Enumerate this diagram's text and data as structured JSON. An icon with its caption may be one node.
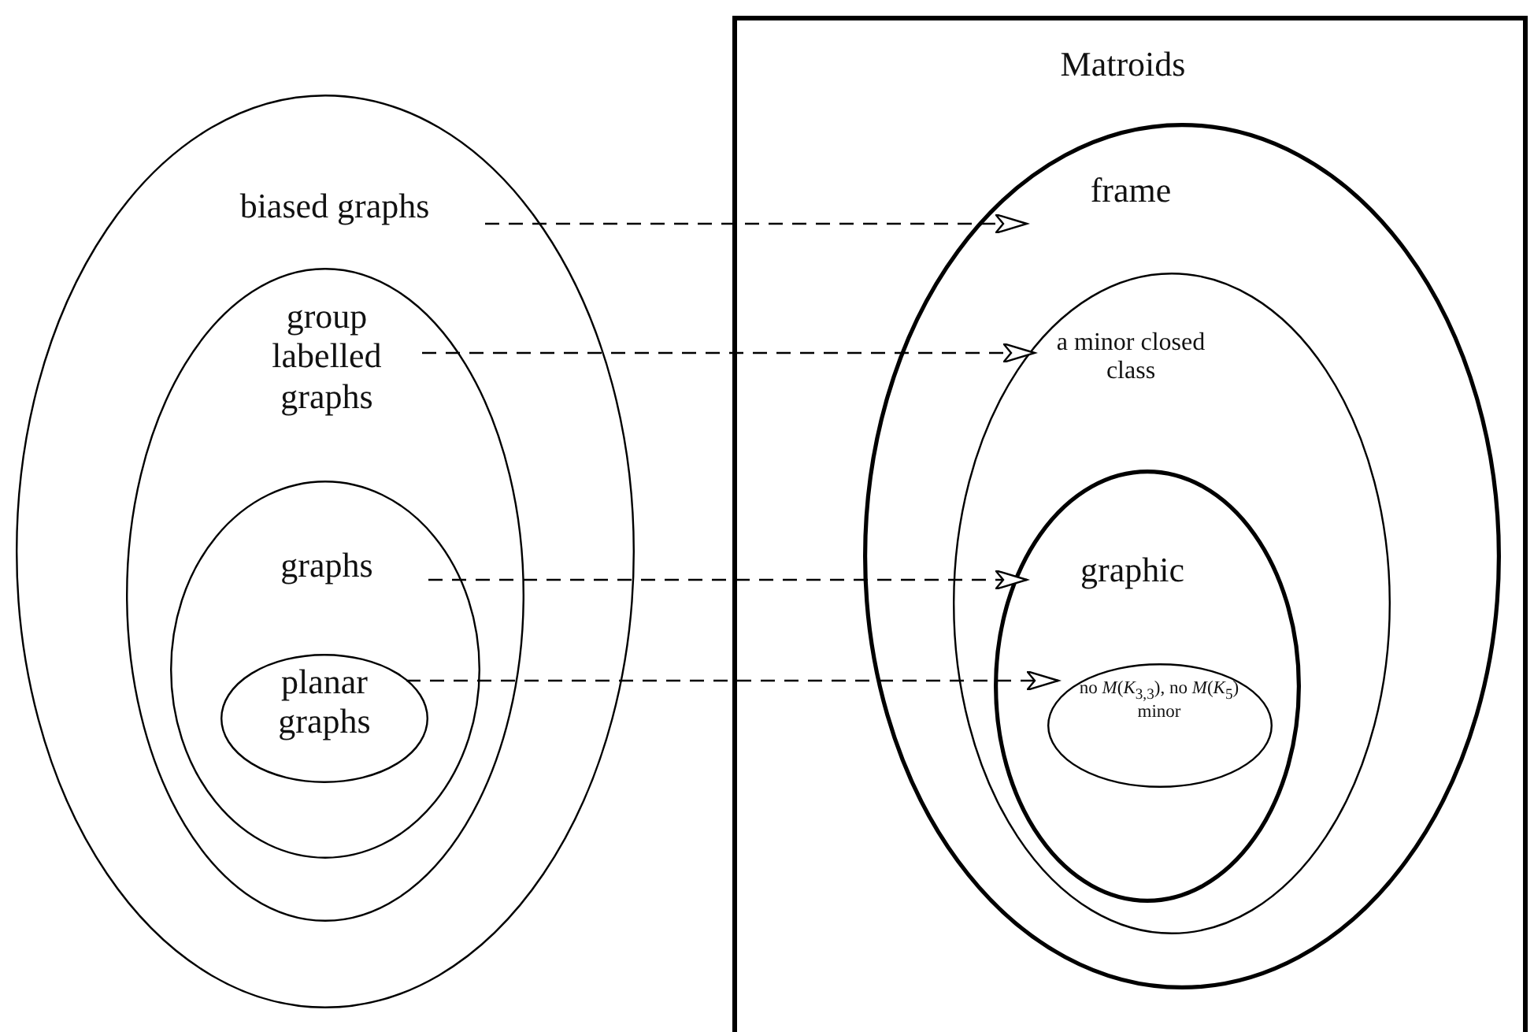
{
  "diagram": {
    "nodes": [
      {
        "text": [
          "biased graphs"
        ]
      },
      {
        "text": [
          "group labelled graphs"
        ],
        "in": 0
      },
      {
        "text": [
          "graphs"
        ],
        "in": 1
      },
      {
        "text": [
          "planar graphs"
        ],
        "in": 2
      },
      {
        "text": [
          "Matroids"
        ]
      },
      {
        "text": [
          "frame"
        ],
        "in": 4
      },
      {
        "text": [
          "a minor closed class"
        ],
        "in": 5
      },
      {
        "text": [
          "graphic"
        ],
        "in": 6
      },
      {
        "text": [
          "no *M*(*K*$_{3,3}$), no *M*(*K*$_{5}$) minor"
        ],
        "in": 7
      }
    ],
    "edges": [
      {
        "from": 0,
        "to": 5,
        "arrow": "to",
        "style": "dashed"
      },
      {
        "from": 1,
        "to": 6,
        "arrow": "to",
        "style": "dashed"
      },
      {
        "from": 2,
        "to": 7,
        "arrow": "to",
        "style": "dashed"
      },
      {
        "from": 3,
        "to": 8,
        "arrow": "to",
        "style": "dashed"
      }
    ]
  }
}
